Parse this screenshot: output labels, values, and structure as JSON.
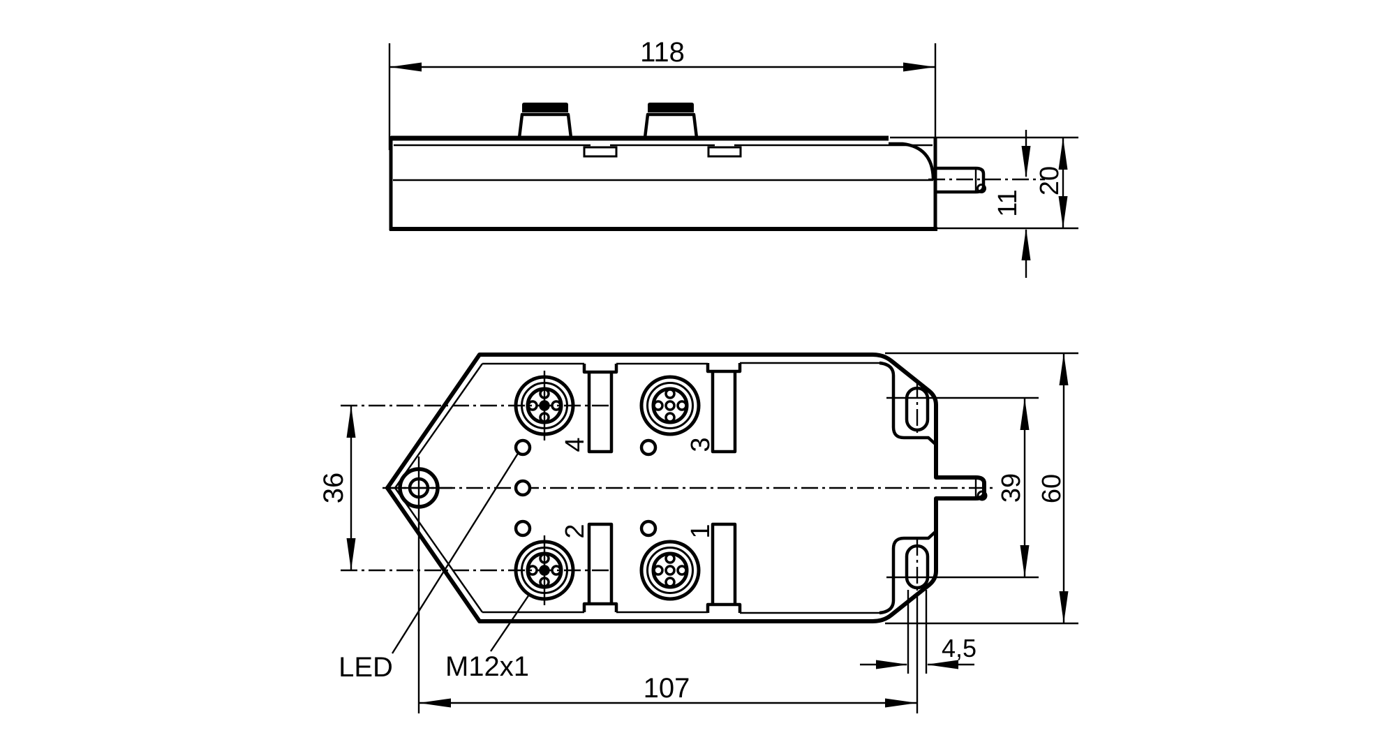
{
  "side_view": {
    "dim_overall_length": "118",
    "dim_height": "20",
    "dim_cable_axis_height": "11"
  },
  "bottom_view": {
    "dim_port_row_spacing": "36",
    "dim_slot_center_spacing": "39",
    "dim_width": "60",
    "dim_body_length": "107",
    "dim_slot_width": "4,5",
    "ports": [
      {
        "label": "4"
      },
      {
        "label": "3"
      },
      {
        "label": "2"
      },
      {
        "label": "1"
      }
    ],
    "led_label": "LED",
    "thread_label": "M12x1"
  }
}
